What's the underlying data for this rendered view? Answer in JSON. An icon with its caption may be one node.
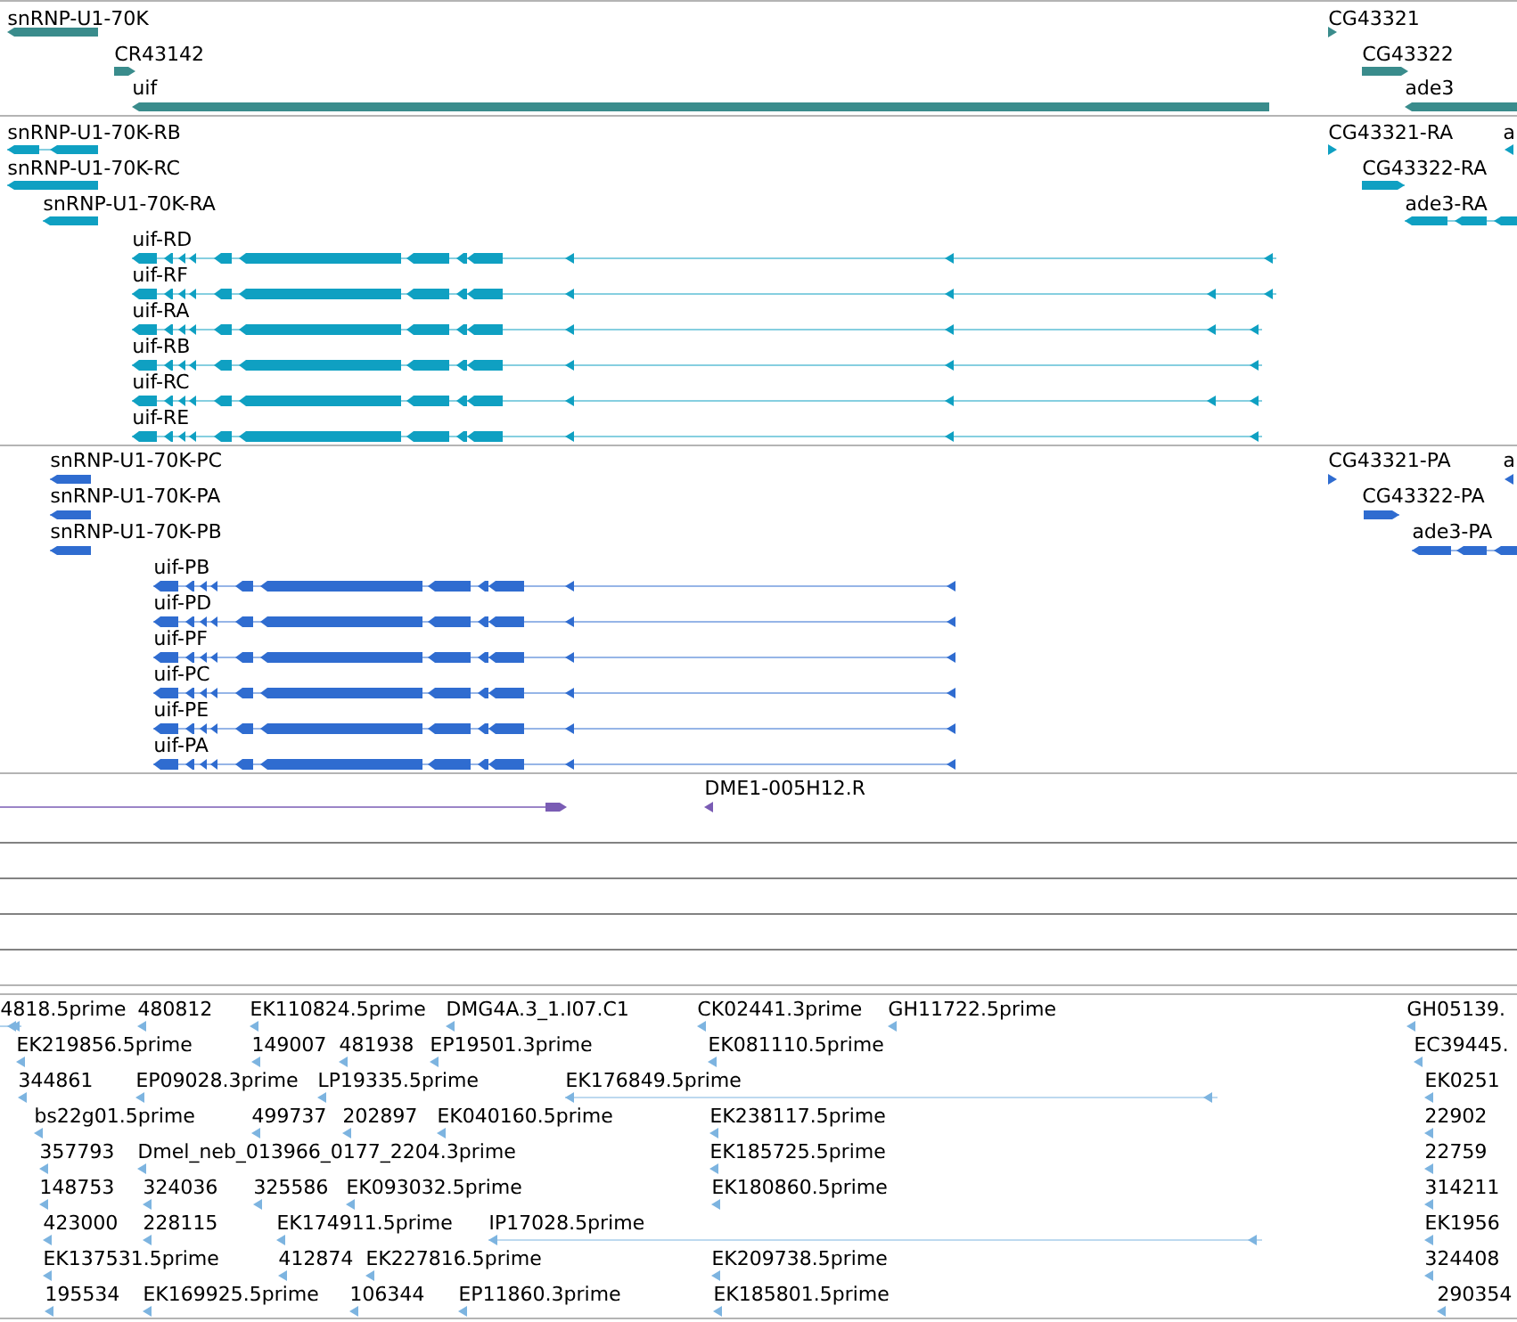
{
  "diagram": {
    "labels": [
      "snRNP-U1-70K",
      "CG43321",
      "CR43142",
      "CG43322",
      "uif",
      "ade3",
      "snRNP-U1-70K-RB",
      "CG43321-RA",
      "a",
      "snRNP-U1-70K-RC",
      "CG43322-RA",
      "snRNP-U1-70K-RA",
      "ade3-RA",
      "uif-RD",
      "uif-RF",
      "uif-RA",
      "uif-RB",
      "uif-RC",
      "uif-RE",
      "snRNP-U1-70K-PC",
      "CG43321-PA",
      "a",
      "snRNP-U1-70K-PA",
      "CG43322-PA",
      "snRNP-U1-70K-PB",
      "ade3-PA",
      "uif-PB",
      "uif-PD",
      "uif-PF",
      "uif-PC",
      "uif-PE",
      "uif-PA",
      "DME1-005H12.R",
      "4818.5prime",
      "480812",
      "EK110824.5prime",
      "DMG4A.3_1.I07.C1",
      "CK02441.3prime",
      "GH11722.5prime",
      "GH05139.",
      "EK219856.5prime",
      "149007",
      "481938",
      "EP19501.3prime",
      "EK081110.5prime",
      "EC39445.",
      "344861",
      "EP09028.3prime",
      "LP19335.5prime",
      "EK176849.5prime",
      "EK0251",
      "bs22g01.5prime",
      "499737",
      "202897",
      "EK040160.5prime",
      "EK238117.5prime",
      "22902",
      "357793",
      "Dmel_neb_013966_0177_2204.3prime",
      "EK185725.5prime",
      "22759",
      "148753",
      "324036",
      "325586",
      "EK093032.5prime",
      "EK180860.5prime",
      "314211",
      "423000",
      "228115",
      "EK174911.5prime",
      "IP17028.5prime",
      "EK1956",
      "EK137531.5prime",
      "412874",
      "EK227816.5prime",
      "EK209738.5prime",
      "324408",
      "195534",
      "EK169925.5prime",
      "106344",
      "EP11860.3prime",
      "EK185801.5prime",
      "290354"
    ]
  }
}
